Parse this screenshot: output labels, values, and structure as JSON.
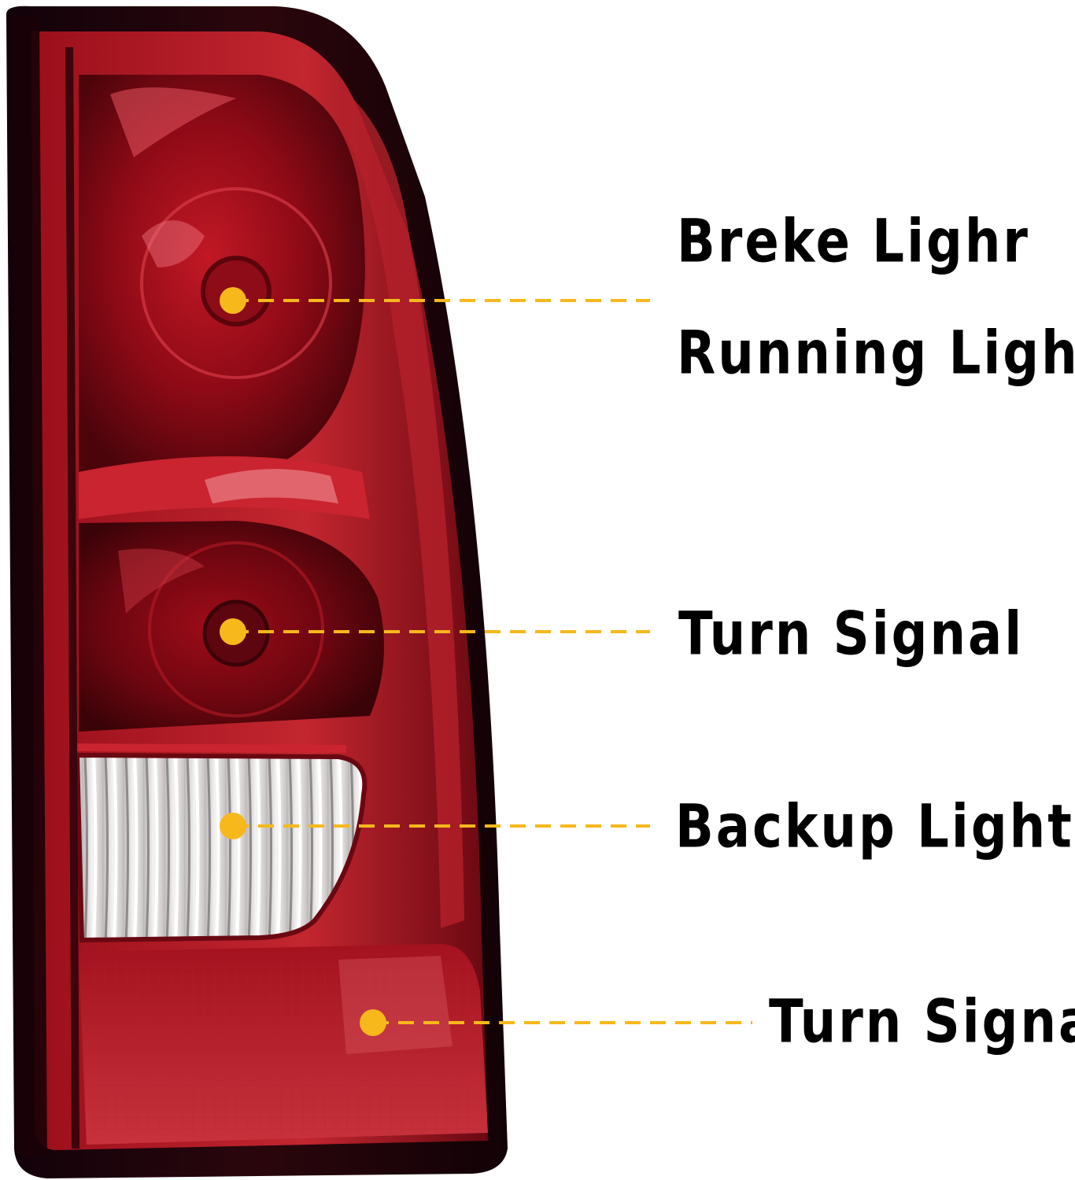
{
  "colors": {
    "marker": "#f6b81b",
    "housing": "#1e0408",
    "lens_red": "#a5101e",
    "lens_deep": "#5e0610",
    "lens_bright": "#d9333e",
    "backup_lens": "#e9e6e6",
    "text": "#000000"
  },
  "callouts": [
    {
      "label_lines": [
        "Breke Lighr",
        "Running Light"
      ],
      "icon": "marker-dot-icon"
    },
    {
      "label_lines": [
        "Turn Signal"
      ],
      "icon": "marker-dot-icon"
    },
    {
      "label_lines": [
        "Backup Light"
      ],
      "icon": "marker-dot-icon"
    },
    {
      "label_lines": [
        "Turn Signal"
      ],
      "icon": "marker-dot-icon"
    }
  ]
}
